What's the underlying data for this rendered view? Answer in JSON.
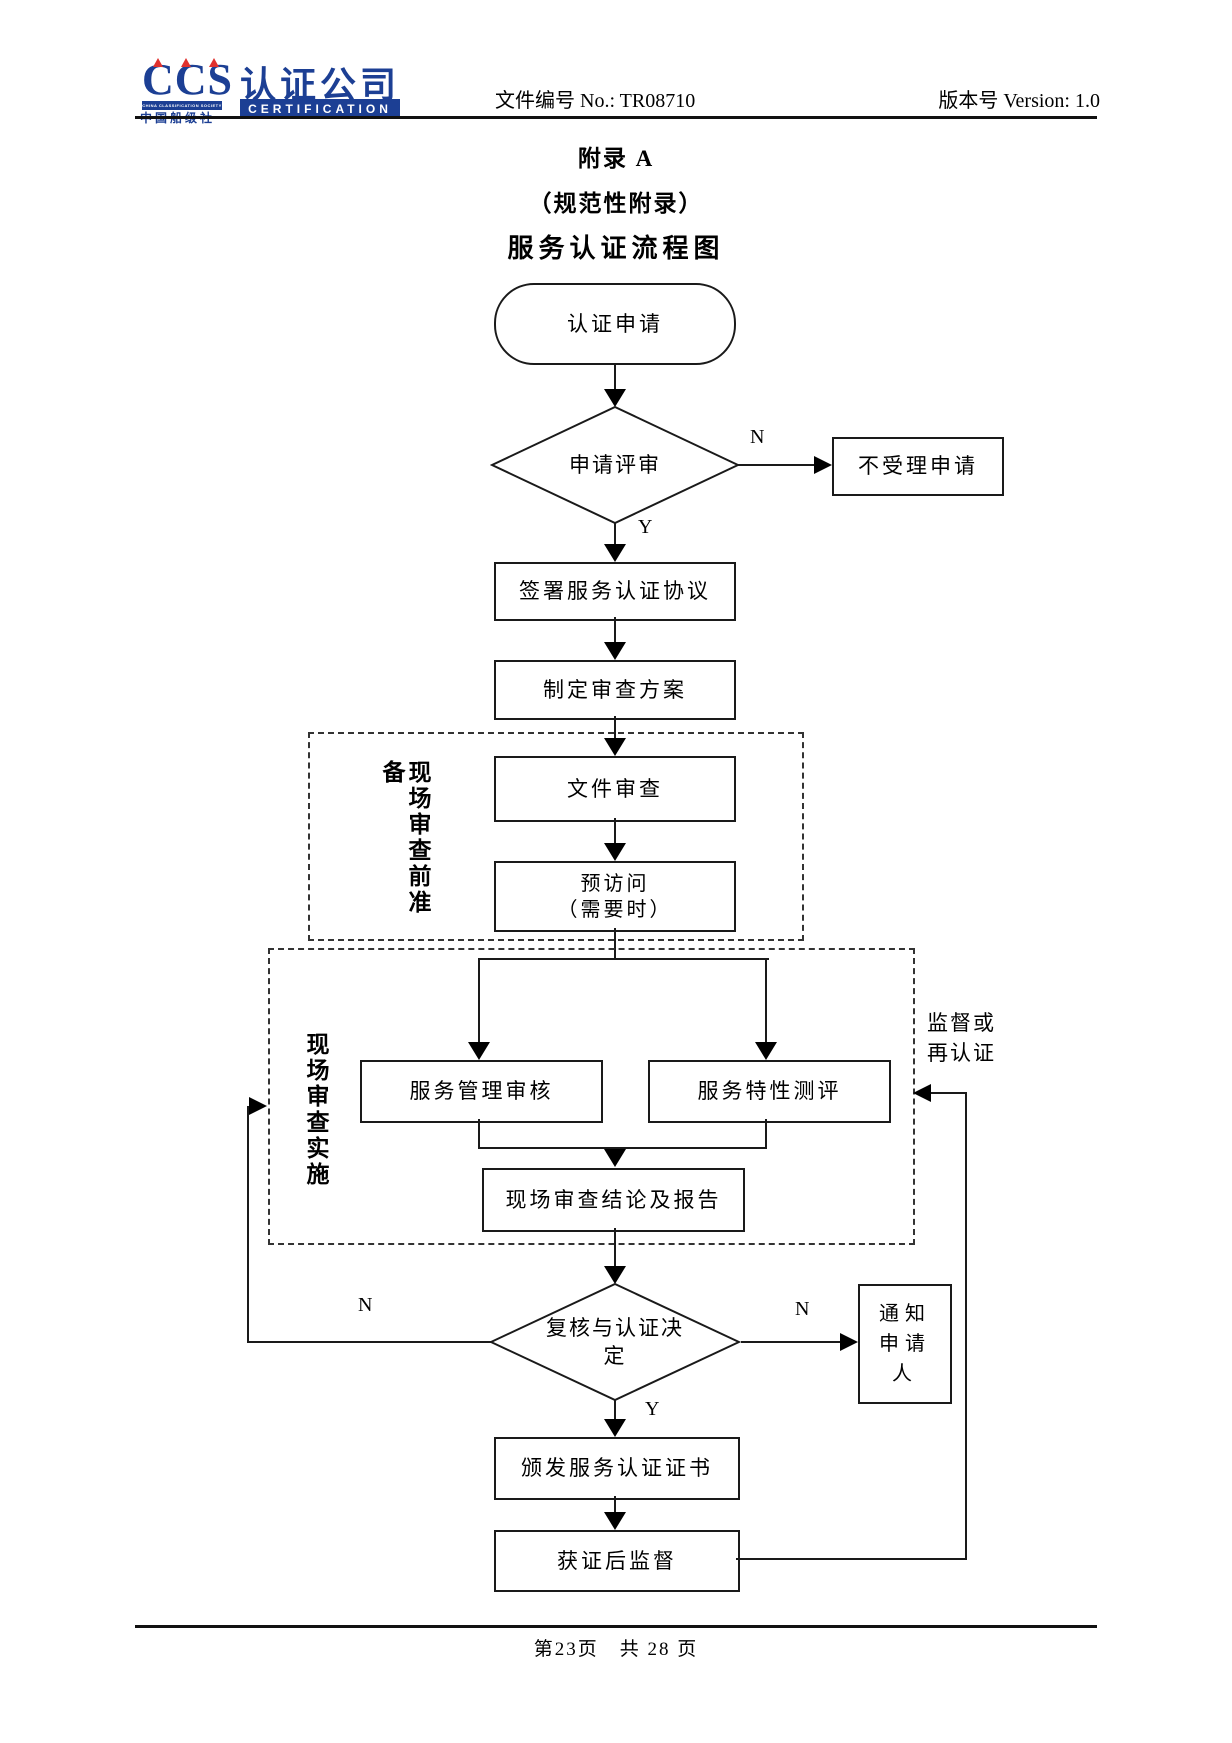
{
  "header": {
    "logo": {
      "ccs": "CCS",
      "society_en": "CHINA CLASSIFICATION SOCIETY",
      "society_cn": "中国船级社",
      "brand_cn": "认证公司",
      "brand_en": "CERTIFICATION"
    },
    "doc_no": "文件编号 No.: TR08710",
    "version": "版本号 Version: 1.0"
  },
  "title": {
    "line1": "附录 A",
    "line2": "（规范性附录）",
    "line3": "服务认证流程图"
  },
  "flow": {
    "nodes": {
      "start": "认证申请",
      "review": "申请评审",
      "reject": "不受理申请",
      "sign": "签署服务认证协议",
      "plan": "制定审查方案",
      "doc_review": "文件审查",
      "previsit": "预访问\n（需要时）",
      "mgmt_audit": "服务管理审核",
      "char_eval": "服务特性测评",
      "conclusion": "现场审查结论及报告",
      "decision": "复核与认证决\n定",
      "notify": "通知\n申请\n人",
      "issue": "颁发服务认证证书",
      "post_cert": "获证后监督"
    },
    "groups": {
      "pre_onsite": "现场审查前准备",
      "onsite": "现场审查实施"
    },
    "labels": {
      "n1": "N",
      "y1": "Y",
      "n_left": "N",
      "n_right": "N",
      "y2": "Y",
      "supervision": "监督或\n再认证"
    }
  },
  "footer": {
    "page_info": "第23页　共 28 页"
  },
  "colors": {
    "logo_blue": "#1c3f94",
    "logo_red": "#e0312e",
    "line_black": "#1a1a1a"
  }
}
